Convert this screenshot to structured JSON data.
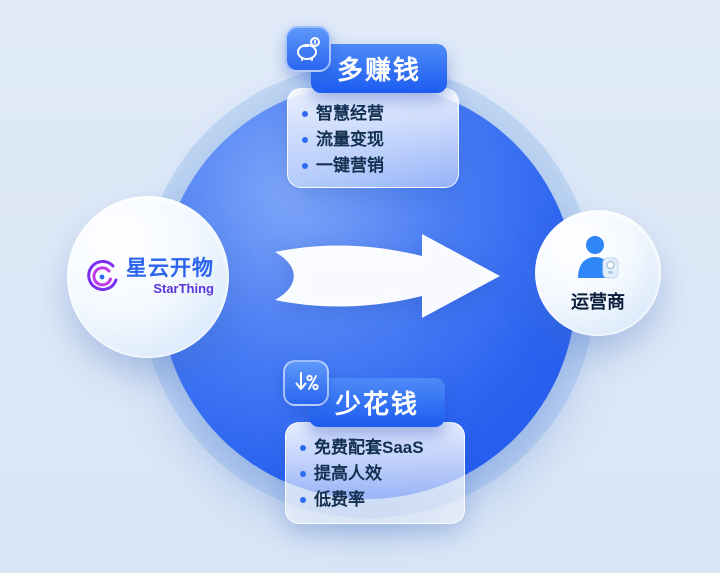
{
  "left_node": {
    "brand": "星云开物",
    "brand_en": "StarThing"
  },
  "right_node": {
    "label": "运营商"
  },
  "top_card": {
    "title": "多赚钱",
    "items": [
      "智慧经营",
      "流量变现",
      "一键营销"
    ]
  },
  "bottom_card": {
    "title": "少花钱",
    "items": [
      "免费配套SaaS",
      "提高人效",
      "低费率"
    ]
  },
  "icons": {
    "top_card_icon": "piggy-bank-icon",
    "bottom_card_icon": "discount-down-icon",
    "left_node_icon": "starthing-swirl-icon",
    "right_node_icon": "operator-person-icon",
    "center_icon": "flow-arrow"
  },
  "colors": {
    "background": "#dde8f7",
    "outer_ring": "#bcd3f2",
    "main_circle_blue": "#2b63f0",
    "pill_blue": "#1d5cf0",
    "list_text": "#13304f",
    "bullet_blue": "#2e6bf3",
    "brand_blue": "#2a63ec",
    "brand_purple": "#5a35d8",
    "operator_text": "#0d1f3c",
    "arrow_white": "#ffffff"
  }
}
